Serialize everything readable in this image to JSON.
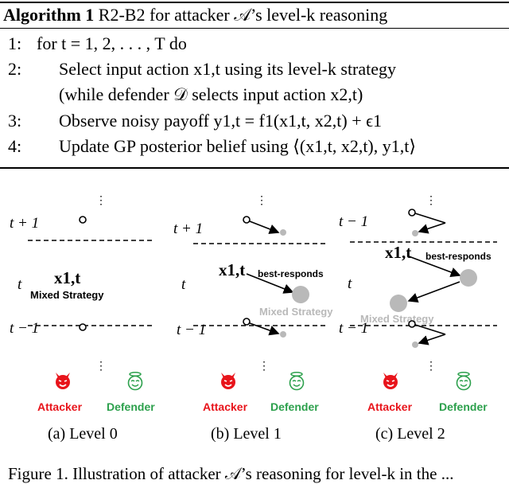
{
  "algorithm": {
    "label": "Algorithm 1",
    "title": "R2-B2 for attacker 𝒜’s level-k reasoning",
    "lines": [
      {
        "num": "1:",
        "text": "for t = 1, 2, . . . , T do"
      },
      {
        "num": "2:",
        "text": "Select input action x1,t using its level-k strategy"
      },
      {
        "num": "",
        "text": "(while defender 𝒟 selects input action x2,t)"
      },
      {
        "num": "3:",
        "text": "Observe noisy payoff y1,t = f1(x1,t, x2,t) + ϵ1"
      },
      {
        "num": "4:",
        "text": "Update GP posterior belief using ⟨(x1,t, x2,t), y1,t⟩"
      }
    ]
  },
  "figure": {
    "panels": [
      {
        "caption": "(a) Level 0",
        "rows": [
          "t + 1",
          "t",
          "t − 1"
        ],
        "center_math": "x1,t",
        "center_label": "Mixed Strategy"
      },
      {
        "caption": "(b) Level 1",
        "rows": [
          "t + 1",
          "t",
          "t − 1"
        ],
        "center_math": "x1,t",
        "arrow_label": "best-responds",
        "mixed_label": "Mixed Strategy"
      },
      {
        "caption": "(c) Level 2",
        "rows": [
          "t − 1",
          "t",
          "t − 1"
        ],
        "center_math": "x1,t",
        "arrow_label": "best-responds",
        "mixed_label": "Mixed Strategy"
      }
    ],
    "attacker_label": "Attacker",
    "defender_label": "Defender",
    "fig_caption_partial": "Figure 1. Illustration of attacker 𝒜’s reasoning for level-k in the ..."
  },
  "colors": {
    "attacker": "#e8141b",
    "defender": "#2ca04c",
    "gray": "#b9b9b9"
  }
}
